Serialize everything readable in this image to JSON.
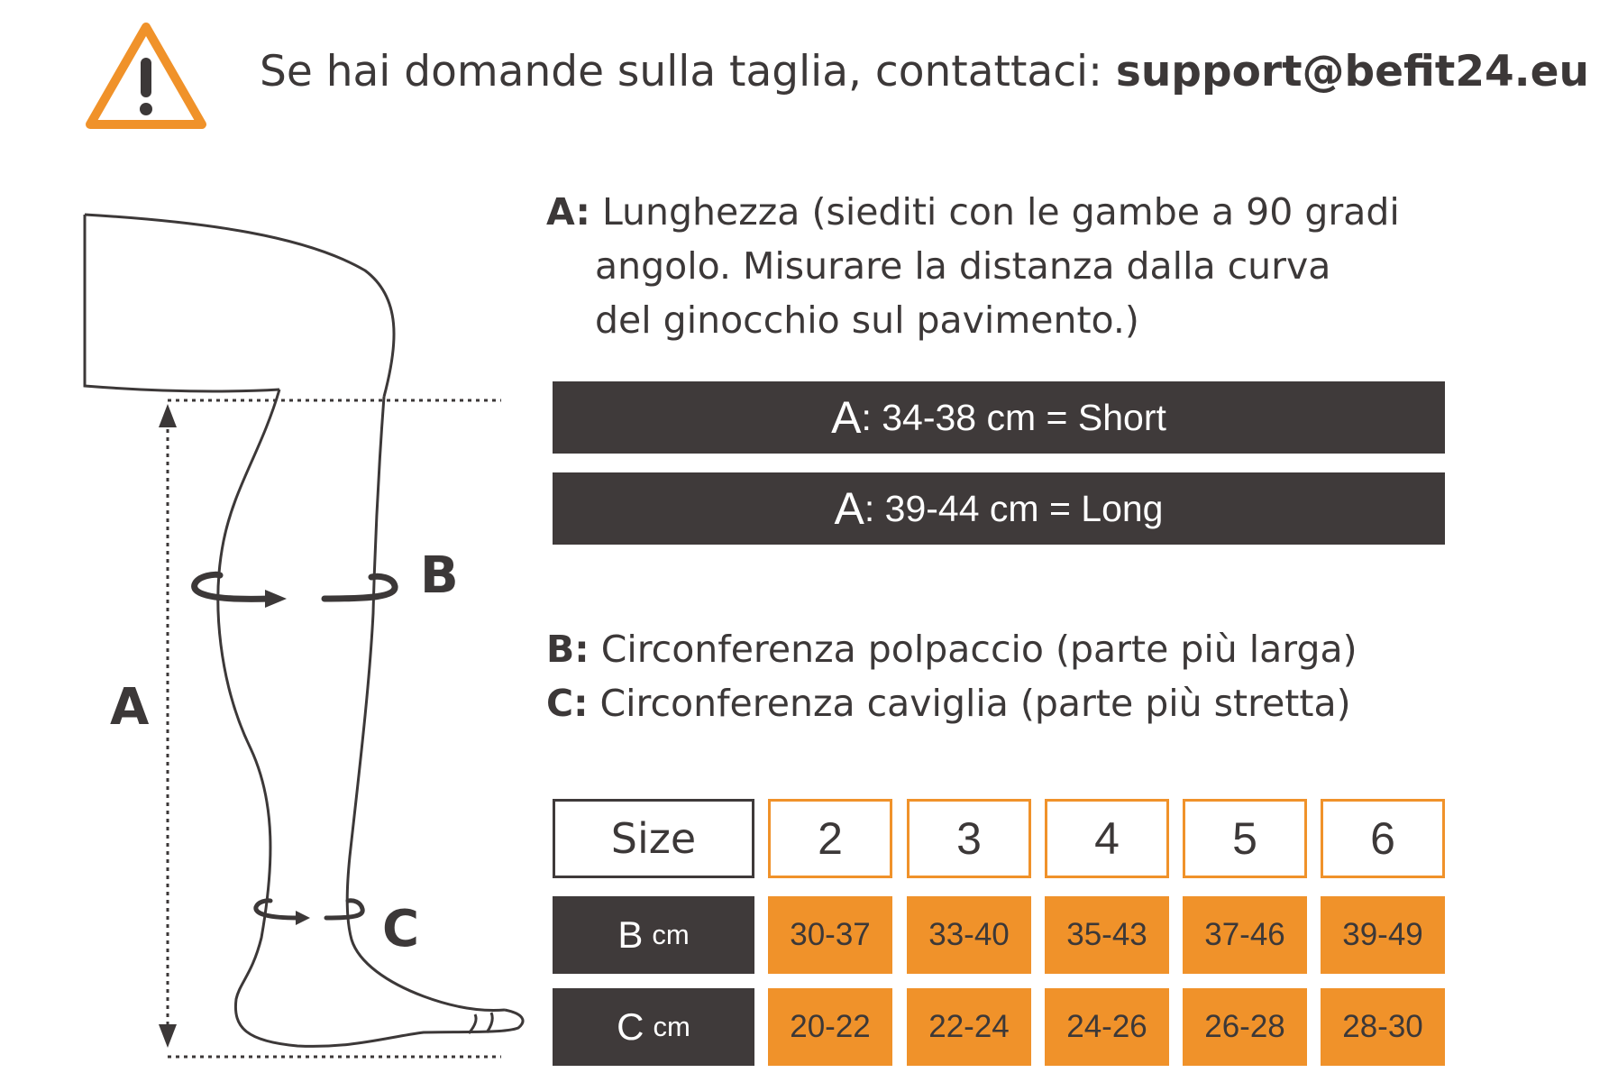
{
  "header": {
    "icon": "warning-icon",
    "text": "Se hai domande sulla taglia, contattaci: ",
    "email": "support@befit24.eu"
  },
  "figure": {
    "label_a": "A",
    "label_b": "B",
    "label_c": "C"
  },
  "length": {
    "label": "A:",
    "line1": "Lunghezza (siediti con le gambe a 90 gradi",
    "line2": "angolo. Misurare la distanza dalla curva",
    "line3": "del ginocchio sul pavimento.)",
    "short_prefix": "A",
    "short_text": ": 34-38 cm = Short",
    "long_prefix": "A",
    "long_text": ": 39-44 cm = Long"
  },
  "circumference": {
    "b_label": "B:",
    "b_text": " Circonferenza polpaccio (parte più larga)",
    "c_label": "C:",
    "c_text": " Circonferenza caviglia (parte più stretta)"
  },
  "size_table": {
    "header_label": "Size",
    "sizes": [
      "2",
      "3",
      "4",
      "5",
      "6"
    ],
    "rows": [
      {
        "label": "B",
        "unit": "cm",
        "values": [
          "30-37",
          "33-40",
          "35-43",
          "37-46",
          "39-49"
        ]
      },
      {
        "label": "C",
        "unit": "cm",
        "values": [
          "20-22",
          "22-24",
          "24-26",
          "26-28",
          "28-30"
        ]
      }
    ]
  },
  "colors": {
    "accent": "#f0922a",
    "dark": "#3f3a3a",
    "text": "#3c3838"
  }
}
